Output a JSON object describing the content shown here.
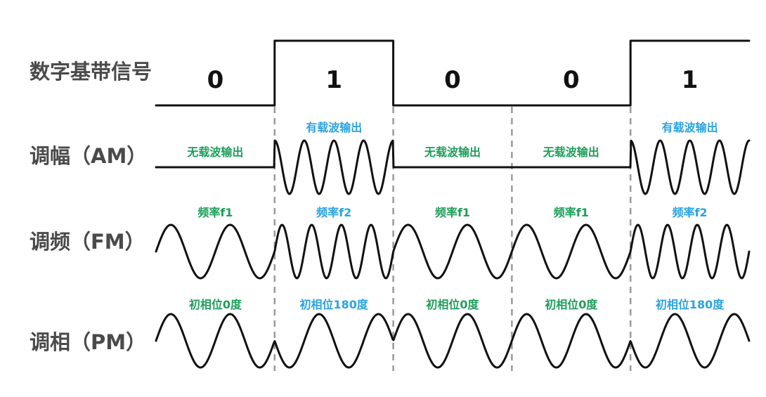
{
  "colors": {
    "green": "#1e9e5a",
    "blue": "#2aa3e0",
    "label": "#4a4a4a",
    "wave": "#111111",
    "divider": "#9a9a9a"
  },
  "rows": {
    "digital": "数字基带信号",
    "am": "调幅（AM）",
    "fm": "调频（FM）",
    "pm": "调相（PM）"
  },
  "bits": [
    {
      "value": "0",
      "high": false,
      "am": "无载波输出",
      "fm": "频率f1",
      "pm": "初相位0度",
      "color": "green"
    },
    {
      "value": "1",
      "high": true,
      "am": "有载波输出",
      "fm": "频率f2",
      "pm": "初相位180度",
      "color": "blue"
    },
    {
      "value": "0",
      "high": false,
      "am": "无载波输出",
      "fm": "频率f1",
      "pm": "初相位0度",
      "color": "green"
    },
    {
      "value": "0",
      "high": false,
      "am": "无载波输出",
      "fm": "频率f1",
      "pm": "初相位0度",
      "color": "green"
    },
    {
      "value": "1",
      "high": true,
      "am": "有载波输出",
      "fm": "频率f2",
      "pm": "初相位180度",
      "color": "blue"
    }
  ]
}
